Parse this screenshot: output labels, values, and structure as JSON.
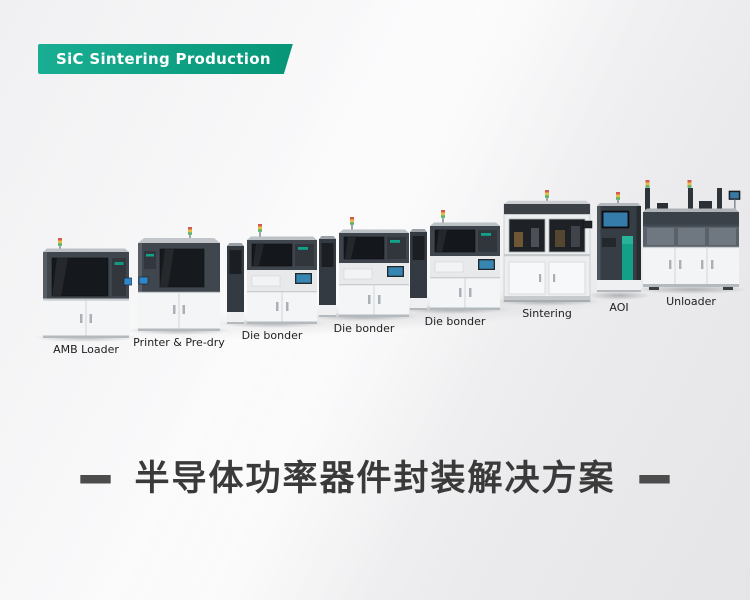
{
  "badge": {
    "label": "SiC Sintering Production",
    "color": "#0ba78c"
  },
  "machines": [
    {
      "label": "AMB Loader"
    },
    {
      "label": "Printer & Pre-dry"
    },
    {
      "label": "Die bonder"
    },
    {
      "label": "Die bonder"
    },
    {
      "label": "Die bonder"
    },
    {
      "label": "Sintering"
    },
    {
      "label": "AOI"
    },
    {
      "label": "Unloader"
    }
  ],
  "headline": {
    "text": "半导体功率器件封装解决方案",
    "dash": "—"
  },
  "colors": {
    "accent_teal": "#0ba78c",
    "headline_text": "#3a3a3a",
    "background": "#efeff1"
  }
}
